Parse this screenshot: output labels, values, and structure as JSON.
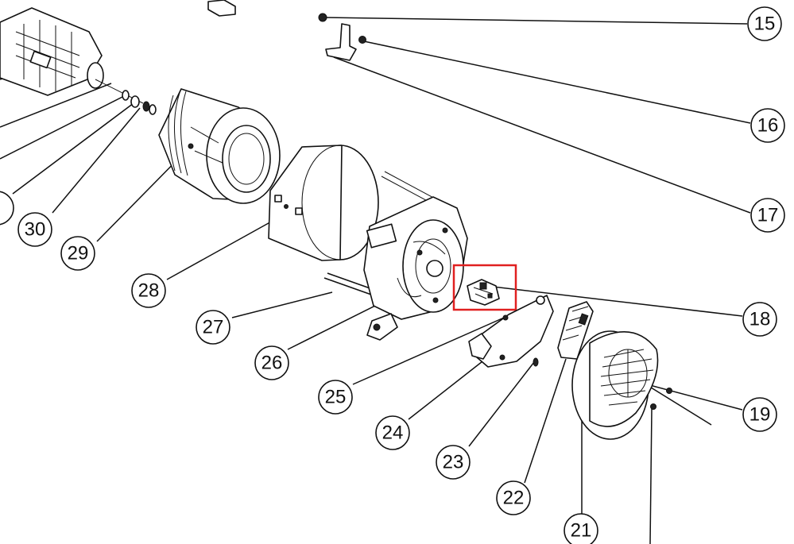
{
  "diagram": {
    "callouts": [
      {
        "id": "15",
        "label": "15"
      },
      {
        "id": "16",
        "label": "16"
      },
      {
        "id": "17",
        "label": "17"
      },
      {
        "id": "18",
        "label": "18"
      },
      {
        "id": "19",
        "label": "19"
      },
      {
        "id": "21",
        "label": "21"
      },
      {
        "id": "22",
        "label": "22"
      },
      {
        "id": "23",
        "label": "23"
      },
      {
        "id": "24",
        "label": "24"
      },
      {
        "id": "25",
        "label": "25"
      },
      {
        "id": "26",
        "label": "26"
      },
      {
        "id": "27",
        "label": "27"
      },
      {
        "id": "28",
        "label": "28"
      },
      {
        "id": "29",
        "label": "29"
      },
      {
        "id": "30",
        "label": "30"
      }
    ],
    "highlighted_part": "18",
    "highlight_color": "#e02020",
    "line_color": "#111111"
  }
}
